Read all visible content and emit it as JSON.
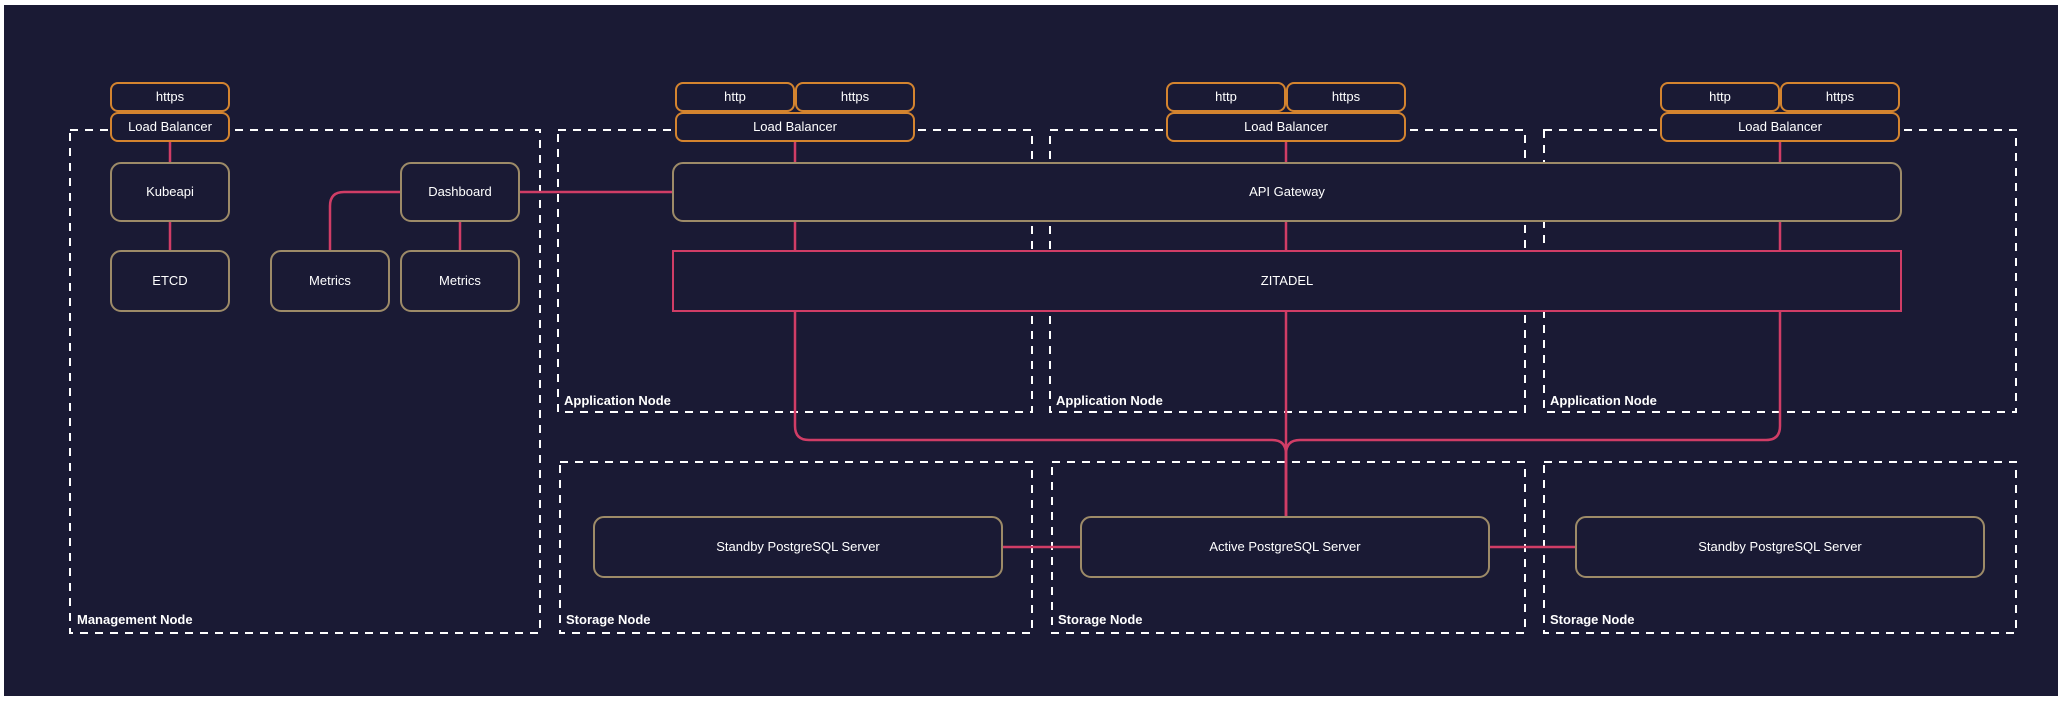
{
  "title": "ZITADEL high-availability architecture diagram",
  "colors": {
    "page_margin": "#ffffff",
    "canvas_background": "#1a1a34",
    "load_balancer_border": "#d4842f",
    "service_border": "#9d8b68",
    "zitadel_border": "#d03d66",
    "edge_line": "#d03d66",
    "group_dashed_border": "#ffffff",
    "text": "#ffffff"
  },
  "groups": {
    "management": {
      "label": "Management Node"
    },
    "app1": {
      "label": "Application Node"
    },
    "app2": {
      "label": "Application Node"
    },
    "app3": {
      "label": "Application Node"
    },
    "storage1": {
      "label": "Storage Node"
    },
    "storage2": {
      "label": "Storage Node"
    },
    "storage3": {
      "label": "Storage Node"
    }
  },
  "nodes": {
    "mgmt_https": {
      "label": "https"
    },
    "mgmt_lb": {
      "label": "Load Balancer"
    },
    "kubeapi": {
      "label": "Kubeapi"
    },
    "etcd": {
      "label": "ETCD"
    },
    "metrics_left": {
      "label": "Metrics"
    },
    "dashboard": {
      "label": "Dashboard"
    },
    "metrics_right": {
      "label": "Metrics"
    },
    "app1_http": {
      "label": "http"
    },
    "app1_https": {
      "label": "https"
    },
    "app1_lb": {
      "label": "Load Balancer"
    },
    "app2_http": {
      "label": "http"
    },
    "app2_https": {
      "label": "https"
    },
    "app2_lb": {
      "label": "Load Balancer"
    },
    "app3_http": {
      "label": "http"
    },
    "app3_https": {
      "label": "https"
    },
    "app3_lb": {
      "label": "Load Balancer"
    },
    "api_gateway": {
      "label": "API Gateway"
    },
    "zitadel": {
      "label": "ZITADEL"
    },
    "standby_db_left": {
      "label": "Standby PostgreSQL Server"
    },
    "active_db": {
      "label": "Active PostgreSQL Server"
    },
    "standby_db_right": {
      "label": "Standby PostgreSQL Server"
    }
  },
  "edges": [
    {
      "from": "mgmt_lb",
      "to": "kubeapi"
    },
    {
      "from": "kubeapi",
      "to": "etcd"
    },
    {
      "from": "dashboard",
      "to": "metrics_left"
    },
    {
      "from": "dashboard",
      "to": "metrics_right"
    },
    {
      "from": "dashboard",
      "to": "api_gateway"
    },
    {
      "from": "app1_lb",
      "to": "api_gateway"
    },
    {
      "from": "app2_lb",
      "to": "api_gateway"
    },
    {
      "from": "app3_lb",
      "to": "api_gateway"
    },
    {
      "from": "api_gateway",
      "to": "zitadel",
      "lane": "app1"
    },
    {
      "from": "api_gateway",
      "to": "zitadel",
      "lane": "app2"
    },
    {
      "from": "api_gateway",
      "to": "zitadel",
      "lane": "app3"
    },
    {
      "from": "zitadel",
      "to": "active_db",
      "lane": "app1"
    },
    {
      "from": "zitadel",
      "to": "active_db",
      "lane": "app2"
    },
    {
      "from": "zitadel",
      "to": "active_db",
      "lane": "app3"
    },
    {
      "from": "standby_db_left",
      "to": "active_db"
    },
    {
      "from": "active_db",
      "to": "standby_db_right"
    }
  ]
}
